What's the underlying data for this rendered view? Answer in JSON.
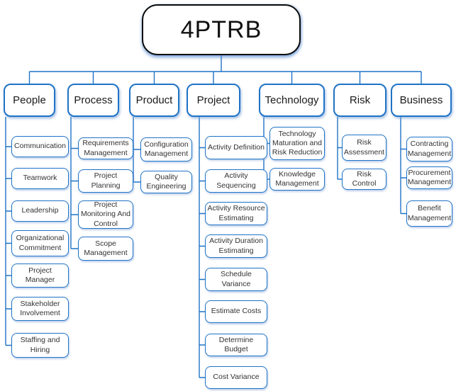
{
  "diagram": {
    "title": "4PTRB",
    "branches": [
      {
        "label": "People",
        "children": [
          "Communication",
          "Teamwork",
          "Leadership",
          "Organizational Commitment",
          "Project Manager",
          "Stakeholder Involvement",
          "Staffing and Hiring"
        ]
      },
      {
        "label": "Process",
        "children": [
          "Requirements Management",
          "Project Planning",
          "Project Monitoring And Control",
          "Scope Management"
        ]
      },
      {
        "label": "Product",
        "children": [
          "Configuration Management",
          "Quality Engineering"
        ]
      },
      {
        "label": "Project",
        "children": [
          "Activity Definition",
          "Activity Sequencing",
          "Activity Resource Estimating",
          "Activity Duration Estimating",
          "Schedule Variance",
          "Estimate Costs",
          "Determine Budget",
          "Cost Variance"
        ]
      },
      {
        "label": "Technology",
        "children": [
          "Technology Maturation and Risk Reduction",
          "Knowledge Management"
        ]
      },
      {
        "label": "Risk",
        "children": [
          "Risk Assessment",
          "Risk Control"
        ]
      },
      {
        "label": "Business",
        "children": [
          "Contracting Management",
          "Procurement Management",
          "Benefit Management"
        ]
      }
    ]
  },
  "colors": {
    "accent_blue": "#1F73C6",
    "root_border": "#0A0A0A",
    "text_dark": "#333333",
    "background": "#FFFFFF"
  }
}
